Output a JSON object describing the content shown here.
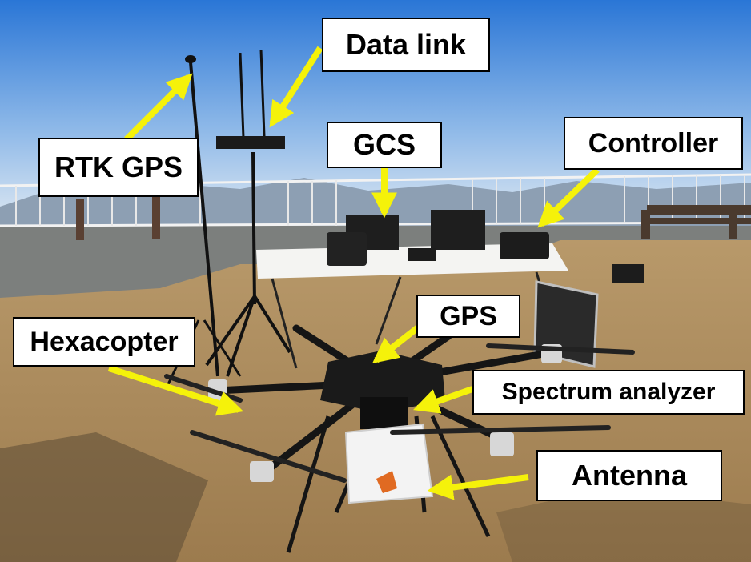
{
  "labels": {
    "rtk_gps": "RTK GPS",
    "data_link": "Data link",
    "gcs": "GCS",
    "controller": "Controller",
    "gps": "GPS",
    "hexacopter": "Hexacopter",
    "spectrum_analyzer": "Spectrum analyzer",
    "antenna": "Antenna"
  },
  "colors": {
    "arrow": "#f5f20a",
    "sky_top": "#2a76d6",
    "sky_horizon": "#dfe9f3",
    "grass": "#a8875a"
  }
}
